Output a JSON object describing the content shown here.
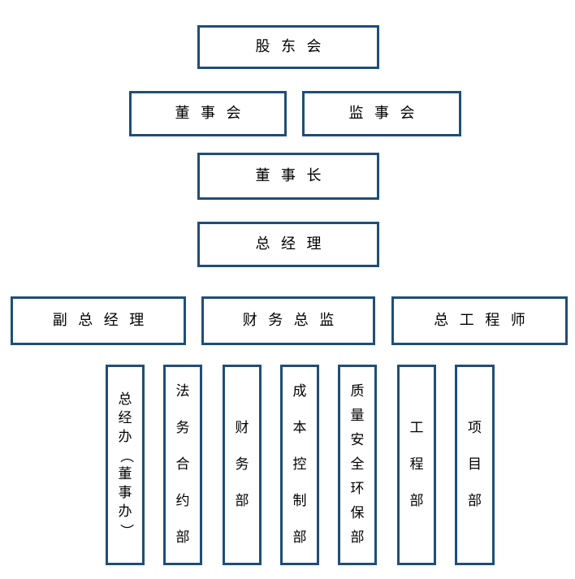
{
  "page": {
    "background": "#FFFFFF",
    "box_border_color": "#1F4E79",
    "text_color": "#000000"
  },
  "org_chart": {
    "type": "organization-chart",
    "nodes": {
      "shareholders_meeting": {
        "label": "股东会"
      },
      "board_of_directors": {
        "label": "董事会"
      },
      "supervisory_board": {
        "label": "监事会"
      },
      "chairman": {
        "label": "董事长"
      },
      "general_manager": {
        "label": "总经理"
      },
      "deputy_general_manager": {
        "label": "副总经理"
      },
      "finance_director": {
        "label": "财务总监"
      },
      "chief_engineer": {
        "label": "总工程师"
      }
    },
    "departments": [
      {
        "label": "总经办（董事办）"
      },
      {
        "label": "法务合约部"
      },
      {
        "label": "财务部"
      },
      {
        "label": "成本控制部"
      },
      {
        "label": "质量安全环保部"
      },
      {
        "label": "工程部"
      },
      {
        "label": "项目部"
      }
    ]
  }
}
